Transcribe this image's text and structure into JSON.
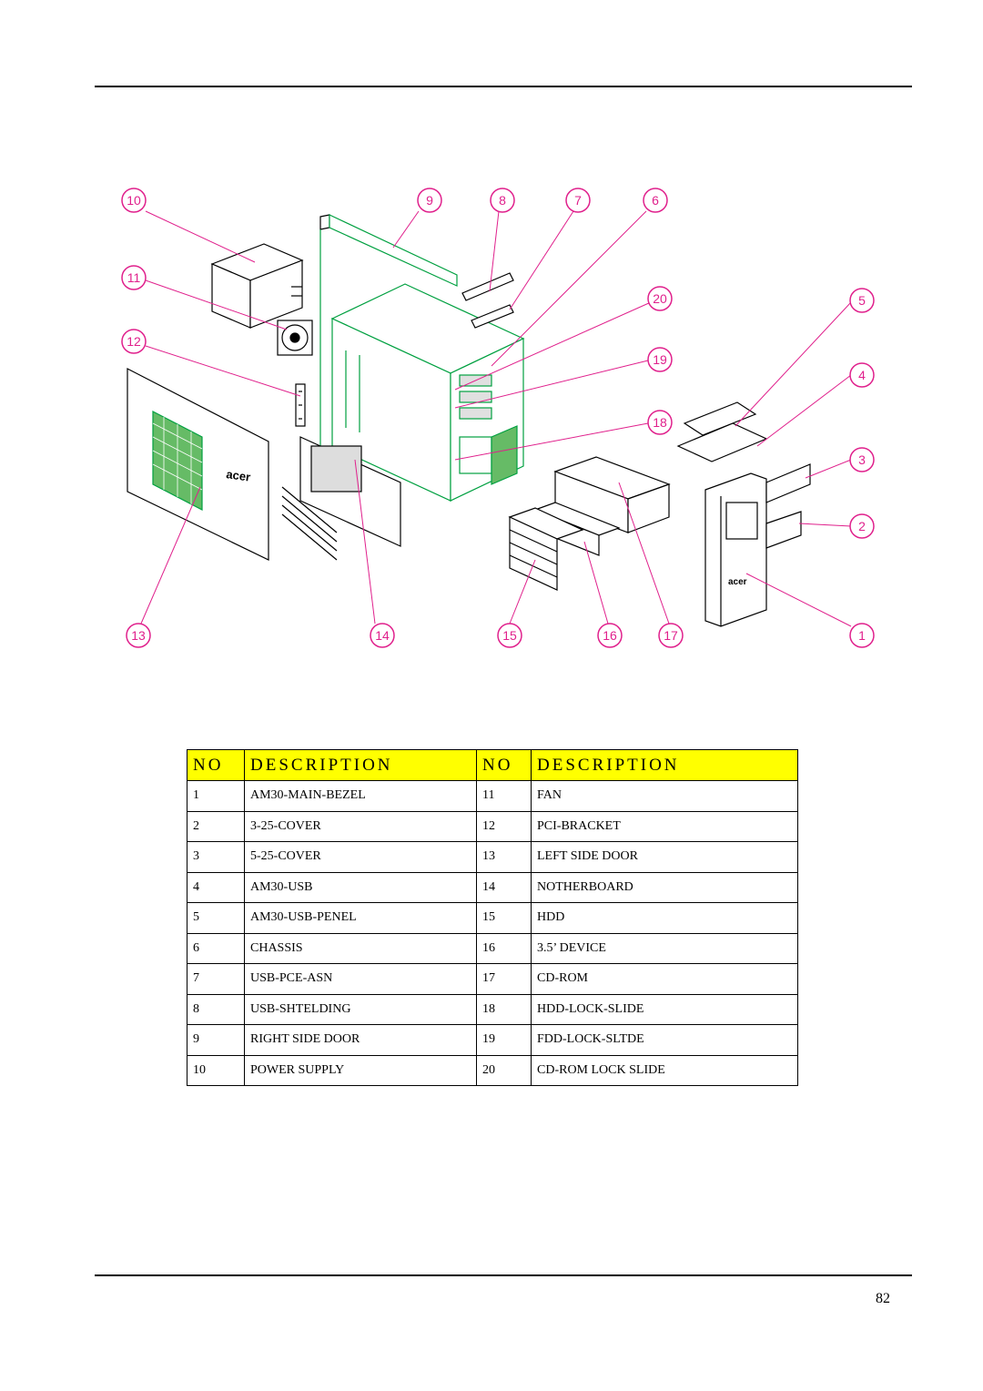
{
  "diagram": {
    "callouts": [
      "1",
      "2",
      "3",
      "4",
      "5",
      "6",
      "7",
      "8",
      "9",
      "10",
      "11",
      "12",
      "13",
      "14",
      "15",
      "16",
      "17",
      "18",
      "19",
      "20"
    ],
    "side_door_logo": "acer",
    "front_bezel_logo": "acer",
    "colors": {
      "callout": "#e0208c",
      "chassis": "#00a040",
      "line": "#000000"
    }
  },
  "table": {
    "headers": [
      "NO",
      "DESCRIPTION",
      "NO",
      "DESCRIPTION"
    ],
    "rows": [
      [
        "1",
        "AM30-MAIN-BEZEL",
        "11",
        "FAN"
      ],
      [
        "2",
        "3-25-COVER",
        "12",
        "PCI-BRACKET"
      ],
      [
        "3",
        "5-25-COVER",
        "13",
        "LEFT SIDE DOOR"
      ],
      [
        "4",
        "AM30-USB",
        "14",
        "NOTHERBOARD"
      ],
      [
        "5",
        "AM30-USB-PENEL",
        "15",
        "HDD"
      ],
      [
        "6",
        "CHASSIS",
        "16",
        "3.5’ DEVICE"
      ],
      [
        "7",
        "USB-PCE-ASN",
        "17",
        "CD-ROM"
      ],
      [
        "8",
        "USB-SHTELDING",
        "18",
        "HDD-LOCK-SLIDE"
      ],
      [
        "9",
        "RIGHT SIDE DOOR",
        "19",
        "FDD-LOCK-SLTDE"
      ],
      [
        "10",
        "POWER SUPPLY",
        "20",
        "CD-ROM LOCK SLIDE"
      ]
    ]
  },
  "page_number": "82"
}
